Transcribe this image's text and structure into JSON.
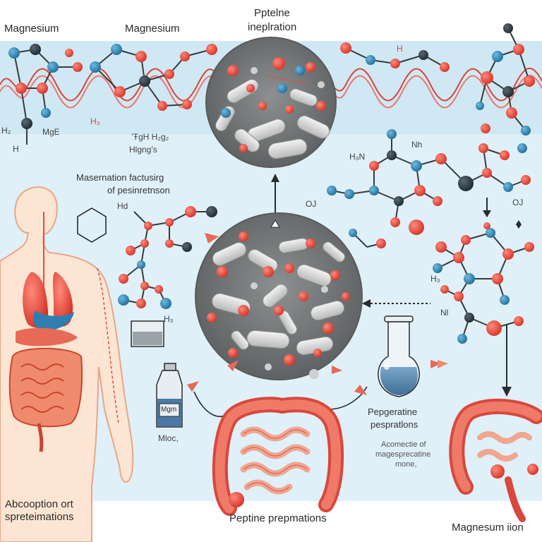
{
  "labels": {
    "top_left_1": "Magnesium",
    "top_left_2": "Magnesium",
    "top_center_1": "Pptelne",
    "top_center_2": "ineplration",
    "top_right_h": "H",
    "left_h3": "H₃",
    "left_mge": "MgE",
    "left_hh": "H",
    "left_hh2": "H₂",
    "left_highgs": "Hlgng’s",
    "left_tag": "’ŦgH H₂g₂",
    "mid_heading_1": "Masernation factusirg",
    "mid_heading_2": "of pesinretnson",
    "hd_label": "Hd",
    "h3_label_left": "H₃",
    "bottle_label": "Mgm",
    "bottle_caption": "Mloc,",
    "right_h3n": "H₃N",
    "right_nh": "Nh",
    "right_oj": "OJ",
    "right_oj2": "OJ",
    "right_h3": "H₃",
    "right_nh2": "Nl",
    "flask_caption_1": "Pepgeratine",
    "flask_caption_2": "pespratlons",
    "flask_note_1": "Acomectie of",
    "flask_note_2": "magesprecatine",
    "flask_note_3": "mone,",
    "bottom_left_1": "Abcooption ort",
    "bottom_left_2": "spreteimations",
    "bottom_center": "Peptine prepmations",
    "bottom_right": "Magnesum iion"
  },
  "colors": {
    "atom_red": "#e8483c",
    "atom_blue": "#2e86b8",
    "atom_dark": "#2f3b45",
    "bond": "#3a3a3a",
    "helix": "#d9473d",
    "organ": "#e66a55",
    "circle_bg": "#7b7f80",
    "pill": "#d8d8d8"
  }
}
